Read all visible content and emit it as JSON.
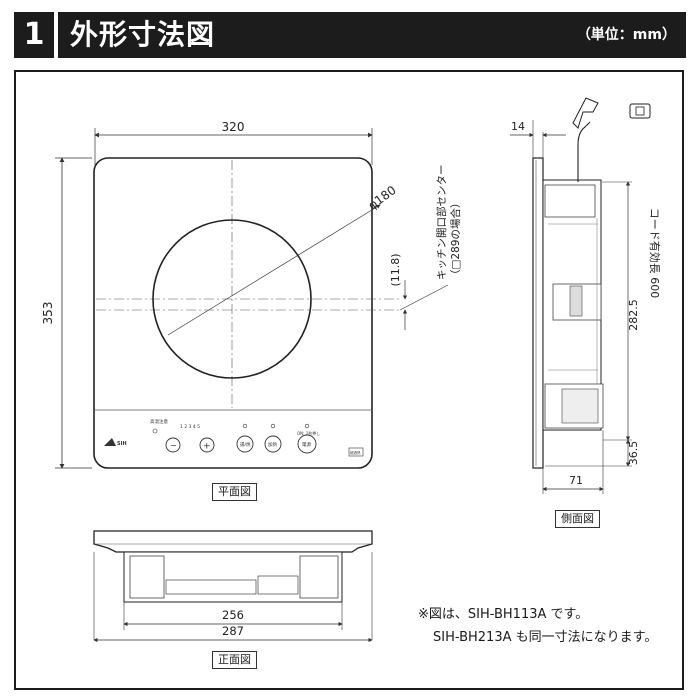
{
  "header": {
    "number": "1",
    "title": "外形寸法図",
    "unit": "（単位：mm）"
  },
  "plan_view": {
    "caption": "平面図",
    "width_dim": "320",
    "height_dim": "353",
    "diameter_dim": "φ180",
    "offset_dim": "(11.8)",
    "center_note_line1": "キッチン開口部センター",
    "center_note_line2": "（□289の場合）",
    "panel": {
      "brand": "SIH",
      "temp_label": "高温注意",
      "levels_label": "1 2 3 4 5",
      "minus": "−",
      "plus": "+",
      "btn_fry": "揚/焼",
      "btn_heat": "加熱",
      "btn_power": "電源",
      "on_label": "ON: 2秒押し",
      "badge": "超過熱"
    }
  },
  "side_view": {
    "caption": "側面図",
    "dim_14": "14",
    "dim_282_5": "282.5",
    "dim_36_5": "36.5",
    "dim_71": "71",
    "cord_label": "コード有効長 600"
  },
  "front_view": {
    "caption": "正面図",
    "dim_256": "256",
    "dim_287": "287"
  },
  "notes": {
    "line1": "※図は、SIH-BH113A です。",
    "line2": "SIH-BH213A も同一寸法になります。"
  }
}
